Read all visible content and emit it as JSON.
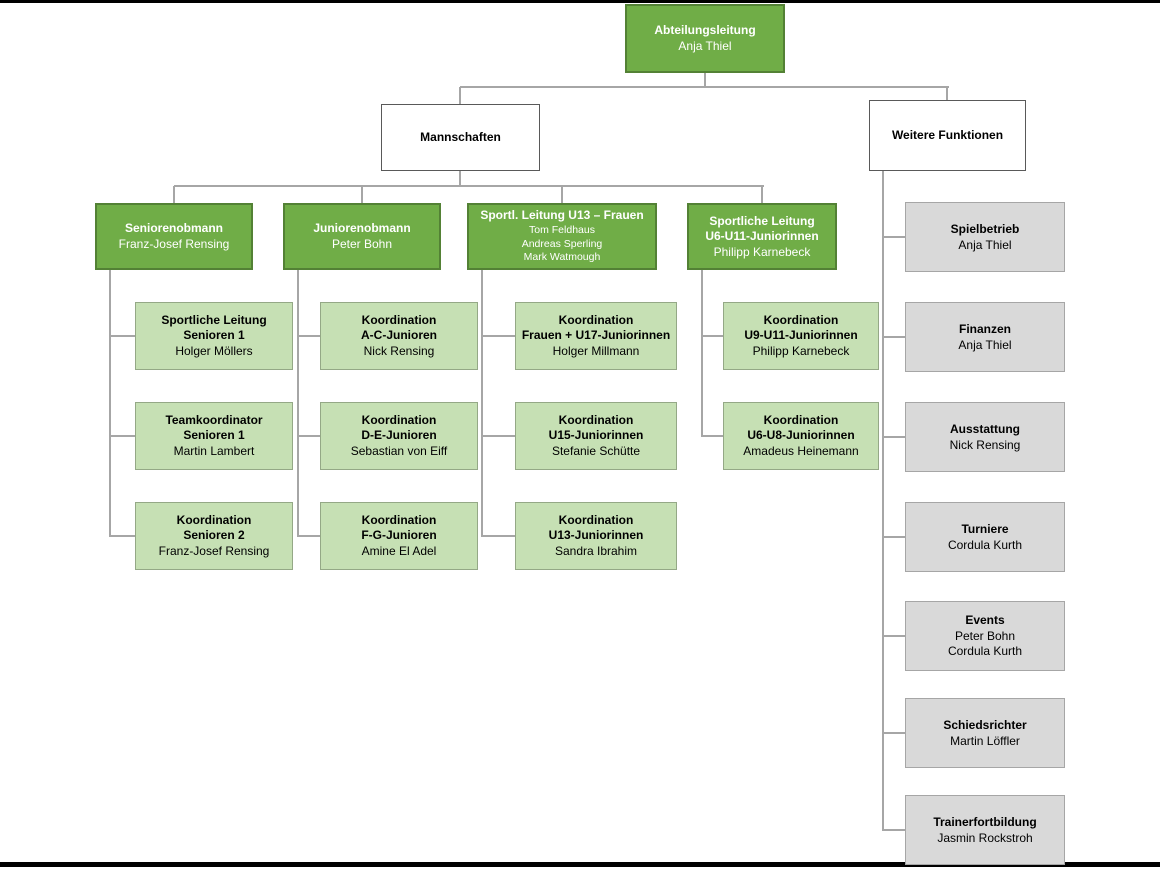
{
  "org": {
    "root": {
      "title": "Abteilungsleitung",
      "name": "Anja Thiel"
    },
    "branch_mannschaften": {
      "label": "Mannschaften"
    },
    "branch_weitere": {
      "label": "Weitere Funktionen"
    },
    "groups": [
      {
        "title": "Seniorenobmann",
        "name": "Franz-Josef Rensing",
        "children": [
          {
            "title": "Sportliche Leitung\nSenioren 1",
            "name": "Holger Möllers"
          },
          {
            "title": "Teamkoordinator\nSenioren 1",
            "name": "Martin Lambert"
          },
          {
            "title": "Koordination\nSenioren 2",
            "name": "Franz-Josef Rensing"
          }
        ]
      },
      {
        "title": "Juniorenobmann",
        "name": "Peter Bohn",
        "children": [
          {
            "title": "Koordination\nA-C-Junioren",
            "name": "Nick Rensing"
          },
          {
            "title": "Koordination\nD-E-Junioren",
            "name": "Sebastian von Eiff"
          },
          {
            "title": "Koordination\nF-G-Junioren",
            "name": "Amine El Adel"
          }
        ]
      },
      {
        "title": "Sportl. Leitung U13 – Frauen",
        "name": "Tom Feldhaus\nAndreas Sperling\nMark Watmough",
        "children": [
          {
            "title": "Koordination\nFrauen + U17-Juniorinnen",
            "name": "Holger Millmann"
          },
          {
            "title": "Koordination\nU15-Juniorinnen",
            "name": "Stefanie Schütte"
          },
          {
            "title": "Koordination\nU13-Juniorinnen",
            "name": "Sandra Ibrahim"
          }
        ]
      },
      {
        "title": "Sportliche Leitung\nU6-U11-Juniorinnen",
        "name": "Philipp Karnebeck",
        "children": [
          {
            "title": "Koordination\nU9-U11-Juniorinnen",
            "name": "Philipp Karnebeck"
          },
          {
            "title": "Koordination\nU6-U8-Juniorinnen",
            "name": "Amadeus Heinemann"
          }
        ]
      }
    ],
    "functions": [
      {
        "title": "Spielbetrieb",
        "name": "Anja Thiel"
      },
      {
        "title": "Finanzen",
        "name": "Anja Thiel"
      },
      {
        "title": "Ausstattung",
        "name": "Nick Rensing"
      },
      {
        "title": "Turniere",
        "name": "Cordula Kurth"
      },
      {
        "title": "Events",
        "name": "Peter Bohn\nCordula Kurth"
      },
      {
        "title": "Schiedsrichter",
        "name": "Martin Löffler"
      },
      {
        "title": "Trainerfortbildung",
        "name": "Jasmin Rockstroh"
      }
    ]
  },
  "colors": {
    "leader_fill": "#70ad47",
    "leader_border": "#538135",
    "coordinator_fill": "#c6e0b4",
    "function_fill": "#d9d9d9",
    "branch_fill": "#ffffff",
    "connector": "#a6a6a6"
  }
}
